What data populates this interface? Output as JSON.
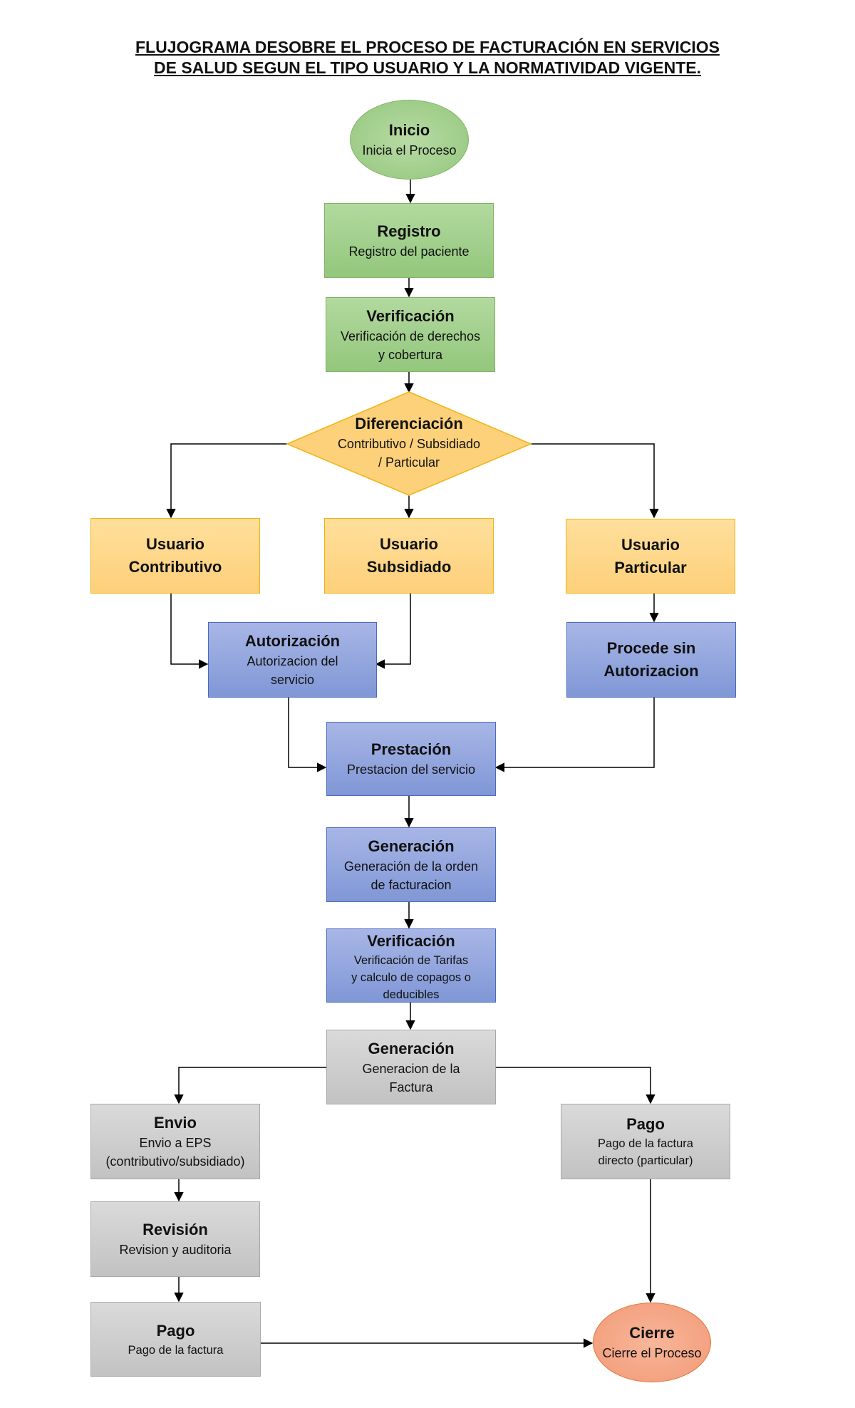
{
  "title": {
    "line1": "FLUJOGRAMA DESOBRE EL PROCESO DE FACTURACIÓN EN SERVICIOS",
    "line2": "DE SALUD SEGUN EL TIPO USUARIO Y LA NORMATIVIDAD VIGENTE."
  },
  "nodes": {
    "inicio": {
      "title": "Inicio",
      "text": "Inicia el Proceso"
    },
    "registro": {
      "title": "Registro",
      "text": "Registro del paciente"
    },
    "verificacion1": {
      "title": "Verificación",
      "line1": "Verificación de derechos",
      "line2": "y cobertura"
    },
    "diferenciacion": {
      "title": "Diferenciación",
      "line1": "Contributivo / Subsidiado",
      "line2": "/ Particular"
    },
    "contributivo": {
      "line1": "Usuario",
      "line2": "Contributivo"
    },
    "subsidiado": {
      "line1": "Usuario",
      "line2": "Subsidiado"
    },
    "particular": {
      "line1": "Usuario",
      "line2": "Particular"
    },
    "autorizacion": {
      "title": "Autorización",
      "line1": "Autorizacion del",
      "line2": "servicio"
    },
    "procede": {
      "line1": "Procede sin",
      "line2": "Autorizacion"
    },
    "prestacion": {
      "title": "Prestación",
      "text": "Prestacion del servicio"
    },
    "generacion1": {
      "title": "Generación",
      "line1": "Generación de la orden",
      "line2": "de facturacion"
    },
    "verificacion2": {
      "title": "Verificación",
      "line1": "Verificación de Tarifas",
      "line2": "y calculo de copagos o",
      "line3": "deducibles"
    },
    "generacion2": {
      "title": "Generación",
      "line1": "Generacion de la",
      "line2": "Factura"
    },
    "envio": {
      "title": "Envio",
      "line1": "Envio a EPS",
      "line2": "(contributivo/subsidiado)"
    },
    "pago_directo": {
      "title": "Pago",
      "line1": "Pago de la factura",
      "line2": "directo (particular)"
    },
    "revision": {
      "title": "Revisión",
      "text": "Revision y auditoria"
    },
    "pago": {
      "title": "Pago",
      "text": "Pago de la factura"
    },
    "cierre": {
      "title": "Cierre",
      "text": "Cierre el Proceso"
    }
  },
  "colors": {
    "green": "#93c77c",
    "yellow": "#fdd07a",
    "blue": "#8097d6",
    "gray": "#c8c8c8",
    "orange": "#f19a76"
  }
}
